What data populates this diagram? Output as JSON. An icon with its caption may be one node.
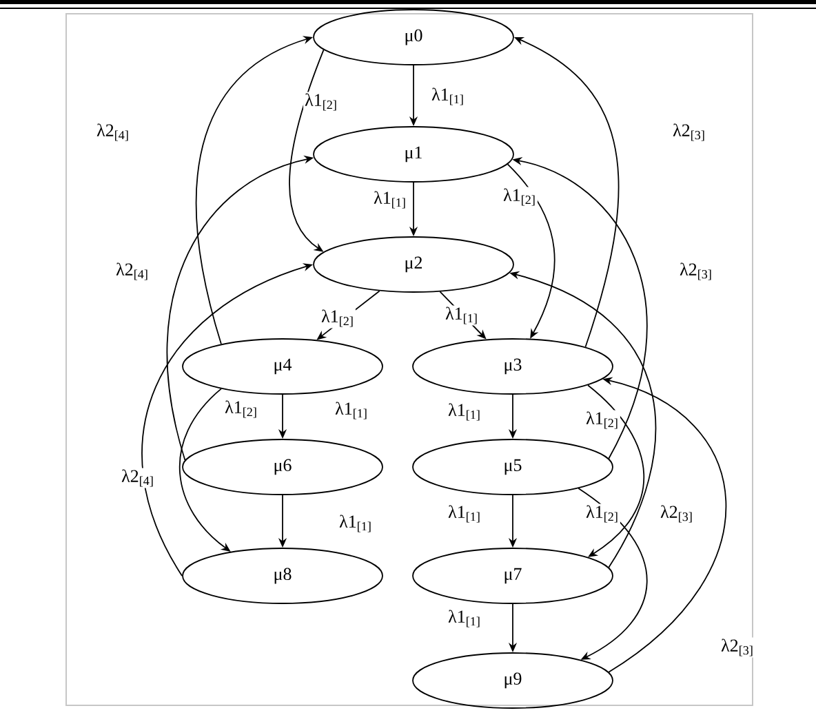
{
  "diagram": {
    "nodes": [
      {
        "text": [
          "μ0"
        ]
      },
      {
        "text": [
          "μ1"
        ]
      },
      {
        "text": [
          "μ2"
        ]
      },
      {
        "text": [
          "μ4"
        ]
      },
      {
        "text": [
          "μ3"
        ]
      },
      {
        "text": [
          "μ6"
        ]
      },
      {
        "text": [
          "μ5"
        ]
      },
      {
        "text": [
          "μ8"
        ]
      },
      {
        "text": [
          "μ7"
        ]
      },
      {
        "text": [
          "μ9"
        ]
      }
    ],
    "edges": [
      {
        "from": 0,
        "to": 1,
        "arrow": "to",
        "label": "λ1$_{[1]}$"
      },
      {
        "from": 0,
        "to": 2,
        "arrow": "to",
        "label": "λ1$_{[2]}$"
      },
      {
        "from": 1,
        "to": 2,
        "arrow": "to",
        "label": "λ1$_{[1]}$"
      },
      {
        "from": 1,
        "to": 4,
        "arrow": "to",
        "label": "λ1$_{[2]}$"
      },
      {
        "from": 2,
        "to": 3,
        "arrow": "to",
        "label": "λ1$_{[2]}$"
      },
      {
        "from": 2,
        "to": 4,
        "arrow": "to",
        "label": "λ1$_{[1]}$"
      },
      {
        "from": 3,
        "to": 0,
        "arrow": "to",
        "label": "λ2$_{[4]}$"
      },
      {
        "from": 5,
        "to": 1,
        "arrow": "to",
        "label": "λ2$_{[4]}$"
      },
      {
        "from": 7,
        "to": 2,
        "arrow": "to",
        "label": "λ2$_{[4]}$"
      },
      {
        "from": 4,
        "to": 0,
        "arrow": "to",
        "label": "λ2$_{[3]}$"
      },
      {
        "from": 6,
        "to": 1,
        "arrow": "to",
        "label": "λ2$_{[3]}$"
      },
      {
        "from": 8,
        "to": 2,
        "arrow": "to",
        "label": "λ2$_{[3]}$"
      },
      {
        "from": 9,
        "to": 4,
        "arrow": "to",
        "label": "λ2$_{[3]}$"
      },
      {
        "from": 3,
        "to": 5,
        "arrow": "to",
        "label": "λ1$_{[1]}$"
      },
      {
        "from": 3,
        "to": 7,
        "arrow": "to",
        "label": "λ1$_{[2]}$"
      },
      {
        "from": 4,
        "to": 6,
        "arrow": "to",
        "label": "λ1$_{[1]}$"
      },
      {
        "from": 4,
        "to": 8,
        "arrow": "to",
        "label": "λ1$_{[2]}$"
      },
      {
        "from": 6,
        "to": 8,
        "arrow": "to",
        "label": "λ1$_{[1]}$"
      },
      {
        "from": 6,
        "to": 9,
        "arrow": "to",
        "label": "λ1$_{[2]}$"
      },
      {
        "from": 5,
        "to": 7,
        "arrow": "to",
        "label": "λ1$_{[1]}$"
      },
      {
        "from": 8,
        "to": 9,
        "arrow": "to",
        "label": "λ1$_{[1]}$"
      }
    ]
  }
}
